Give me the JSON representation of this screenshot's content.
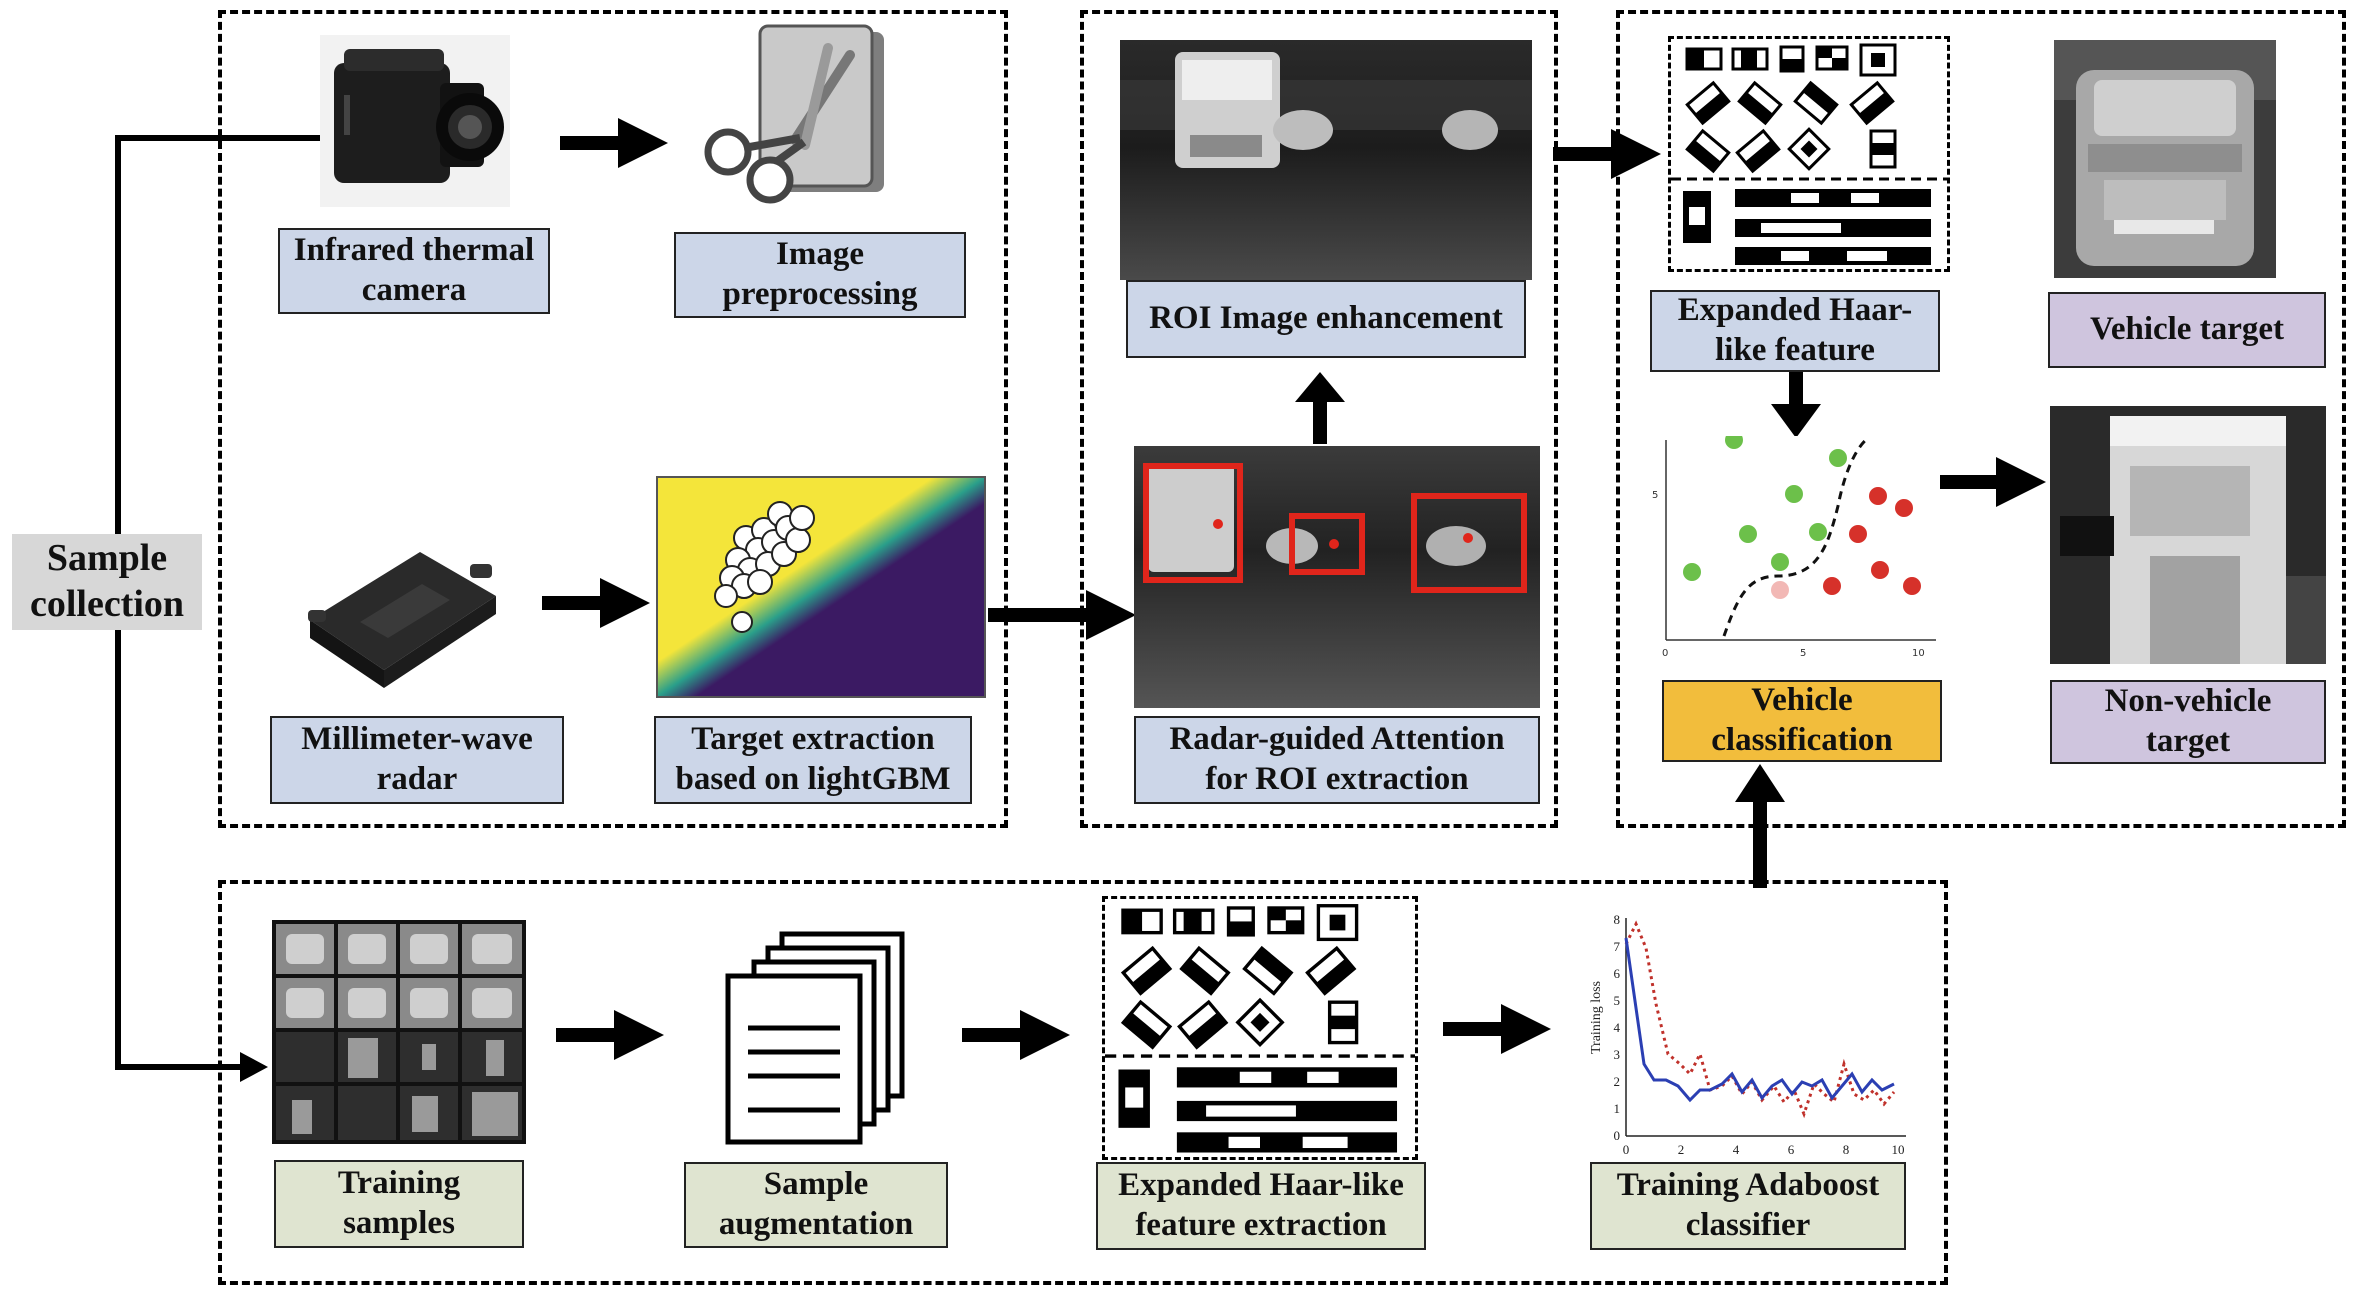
{
  "side_label": "Sample\ncollection",
  "labels": {
    "infrared_camera": "Infrared thermal\ncamera",
    "image_preprocessing": "Image\npreprocessing",
    "mmwave_radar": "Millimeter-wave\nradar",
    "target_extraction": "Target extraction\nbased on lightGBM",
    "roi_enhancement": "ROI Image enhancement",
    "radar_attention": "Radar-guided Attention\nfor ROI extraction",
    "expanded_haar": "Expanded Haar-\nlike feature",
    "vehicle_classification": "Vehicle\nclassification",
    "vehicle_target": "Vehicle target",
    "non_vehicle_target": "Non-vehicle\ntarget",
    "training_samples": "Training\nsamples",
    "sample_augmentation": "Sample\naugmentation",
    "haar_extraction": "Expanded Haar-like\nfeature extraction",
    "training_adaboost": "Training Adaboost\nclassifier"
  },
  "colors": {
    "blue_box": "#ccd6e8",
    "green_box": "#dfe4d0",
    "purple_box": "#cfc5de",
    "orange_box": "#f2bd3c",
    "roi_box": "#e0251b"
  },
  "scatter_plot": {
    "y_tick": "5",
    "x_ticks": [
      "0",
      "5",
      "10"
    ]
  },
  "loss_chart": {
    "ylabel": "Training loss",
    "y_ticks": [
      "0",
      "1",
      "2",
      "3",
      "4",
      "5",
      "6",
      "7",
      "8"
    ],
    "x_ticks": [
      "0",
      "2",
      "4",
      "6",
      "8",
      "10"
    ]
  },
  "icons": [
    "thermal-camera-icon",
    "scissors-icon",
    "radar-device-icon",
    "document-stack-icon"
  ]
}
